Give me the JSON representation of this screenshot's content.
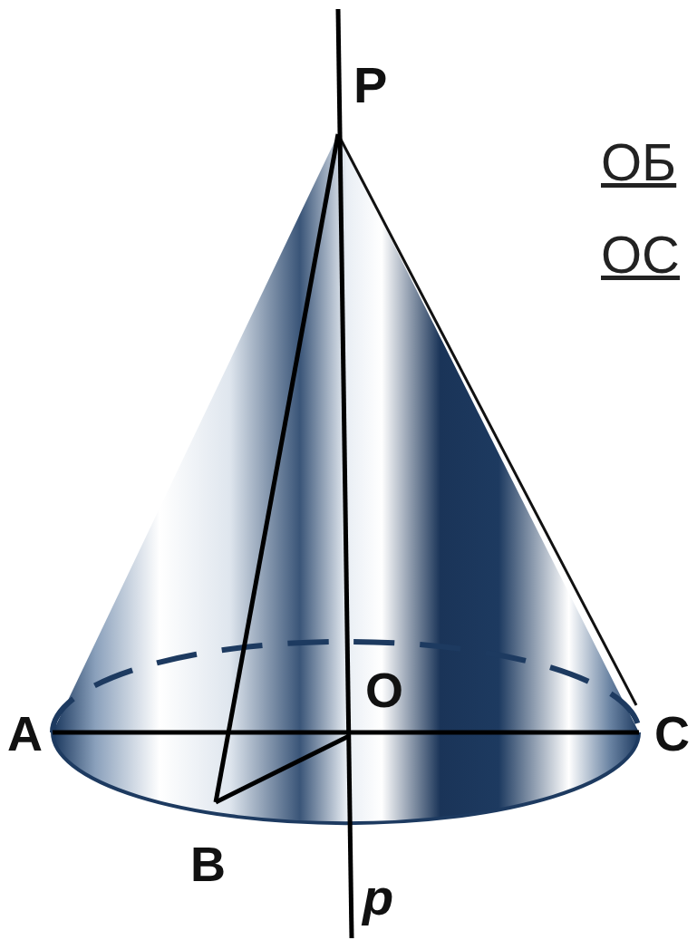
{
  "diagram": {
    "labels": [
      "P",
      "ОБ",
      "ОС",
      "O",
      "A",
      "C",
      "B",
      "p"
    ]
  }
}
